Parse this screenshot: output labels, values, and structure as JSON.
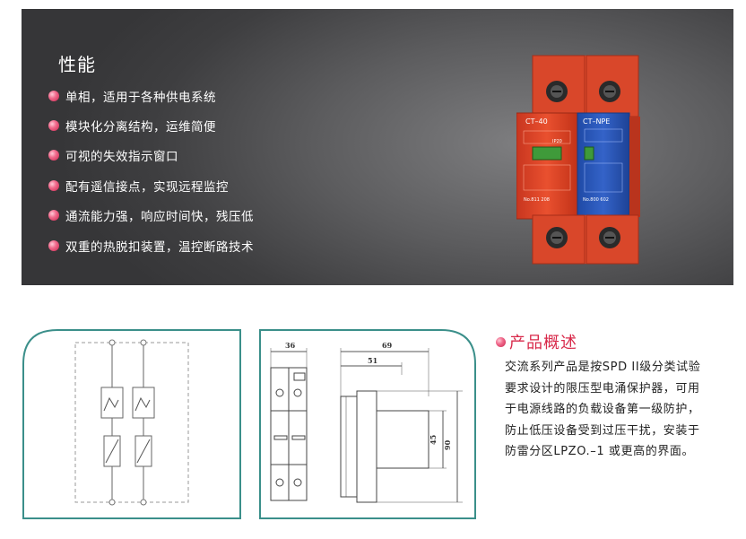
{
  "performance": {
    "title": "性能",
    "features": [
      "单相，适用于各种供电系统",
      "模块化分离结构，运维简便",
      "可视的失效指示窗口",
      "配有遥信接点，实现远程监控",
      "通流能力强，响应时间快，残压低",
      "双重的热脱扣装置，温控断路技术"
    ]
  },
  "product": {
    "left_module": {
      "model": "CT–40",
      "ip": "IP20",
      "number": "No.811 208"
    },
    "right_module": {
      "model": "CT–NPE",
      "number": "No.800 602"
    }
  },
  "dimensions": {
    "width_front": "36",
    "depth_total": "69",
    "depth_inner": "51",
    "height_inner": "45",
    "height_total": "90"
  },
  "overview": {
    "title": "产品概述",
    "lines": [
      "交流系列产品是按SPD II级分类试验",
      "要求设计的限压型电涌保护器，可用",
      "于电源线路的负载设备第一级防护，",
      "防止低压设备受到过压干扰，安装于",
      "防雷分区LPZO.–1 或更高的界面。"
    ]
  },
  "colors": {
    "accent": "#d8294a",
    "product_red": "#e0452a",
    "product_blue": "#2a56b8",
    "panel_border": "#3b8f8a"
  }
}
